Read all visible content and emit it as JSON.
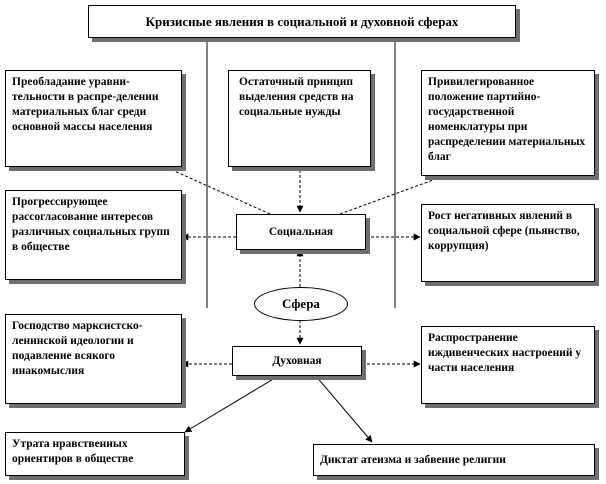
{
  "title": "Кризисные явления в социальной и духовной сферах",
  "center": "Сфера",
  "social": {
    "label": "Социальная",
    "causes": [
      "Преобладание уравни-тельности в распре-делении материальных благ среди основной массы населения",
      "Остаточный принцип выделения средств на социальные нужды",
      "Привилегированное положение партийно-государственной номенклатуры при распределении материальных благ"
    ],
    "effects": [
      "Прогрессирующее рассогласование интересов различных социальных групп в обществе",
      "Рост негативных явлений в социальной сфере (пьянство, коррупция)"
    ]
  },
  "spiritual": {
    "label": "Духовная",
    "effects": [
      "Господство марксистско-ленинской идеологии и подавление всякого инакомыслия",
      "Распространение иждивенческих настроений у части населения",
      "Утрата нравственных ориентиров в обществе",
      "Диктат атеизма и забвение религии"
    ]
  }
}
